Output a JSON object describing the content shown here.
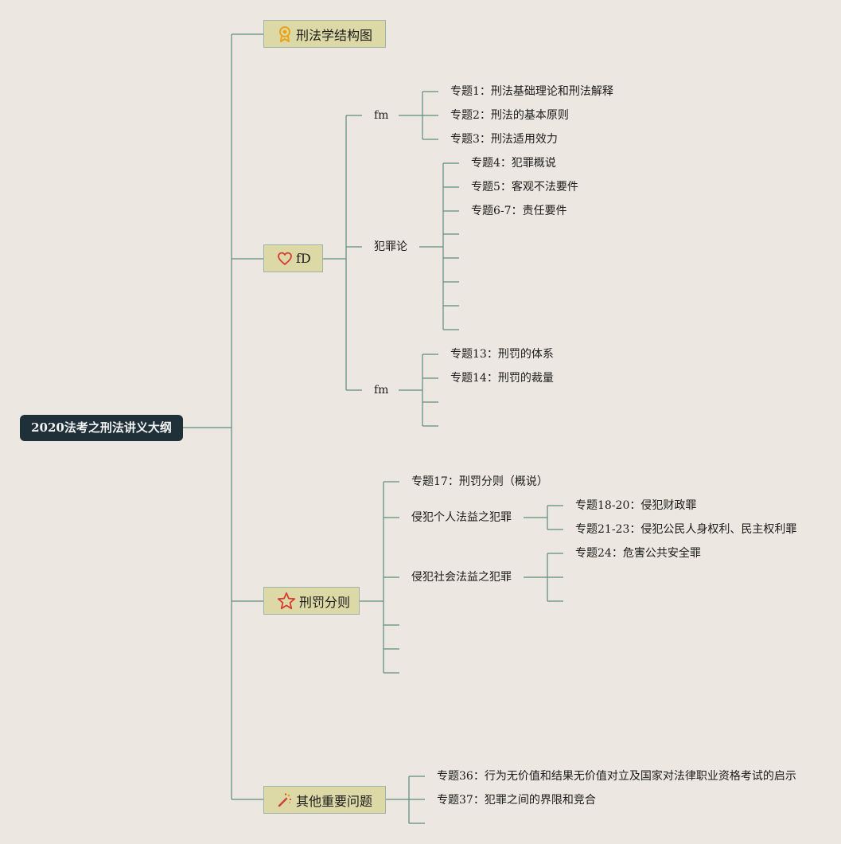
{
  "root": "2020法考之刑法讲义大纲",
  "main": {
    "structure": "刑法学结构图",
    "general": "fD",
    "specific": "刑罚分则",
    "others": "其他重要问题"
  },
  "icons": {
    "structure": "award-badge-icon",
    "general": "heart-icon",
    "specific": "star-icon",
    "others": "magic-wand-icon"
  },
  "colors": {
    "background": "#ece8e1",
    "root": "#1f3038",
    "main_node": "#ddd9a6",
    "connector": "#5f8c80"
  },
  "general": {
    "fm_top": {
      "label": "fm",
      "topics": [
        "专题1：刑法基础理论和刑法解释",
        "专题2：刑法的基本原则",
        "专题3：刑法适用效力"
      ]
    },
    "crime": {
      "label": "犯罪论",
      "topics": [
        "专题4：犯罪概说",
        "专题5：客观不法要件",
        "专题6-7：责任要件",
        "",
        "",
        "",
        "",
        ""
      ]
    },
    "fm_bottom": {
      "label": "fm",
      "topics": [
        "专题13：刑罚的体系",
        "专题14：刑罚的裁量",
        "",
        ""
      ]
    }
  },
  "specific": {
    "intro": "专题17：刑罚分则（概说）",
    "personal": {
      "label": "侵犯个人法益之犯罪",
      "topics": [
        "专题18-20：侵犯财政罪",
        "专题21-23：侵犯公民人身权利、民主权利罪"
      ]
    },
    "social": {
      "label": "侵犯社会法益之犯罪",
      "topics": [
        "专题24：危害公共安全罪",
        "",
        ""
      ]
    },
    "blanks": [
      "",
      "",
      "",
      ""
    ]
  },
  "others": {
    "topics": [
      "专题36：行为无价值和结果无价值对立及国家对法律职业资格考试的启示",
      "专题37：犯罪之间的界限和竞合",
      ""
    ]
  }
}
